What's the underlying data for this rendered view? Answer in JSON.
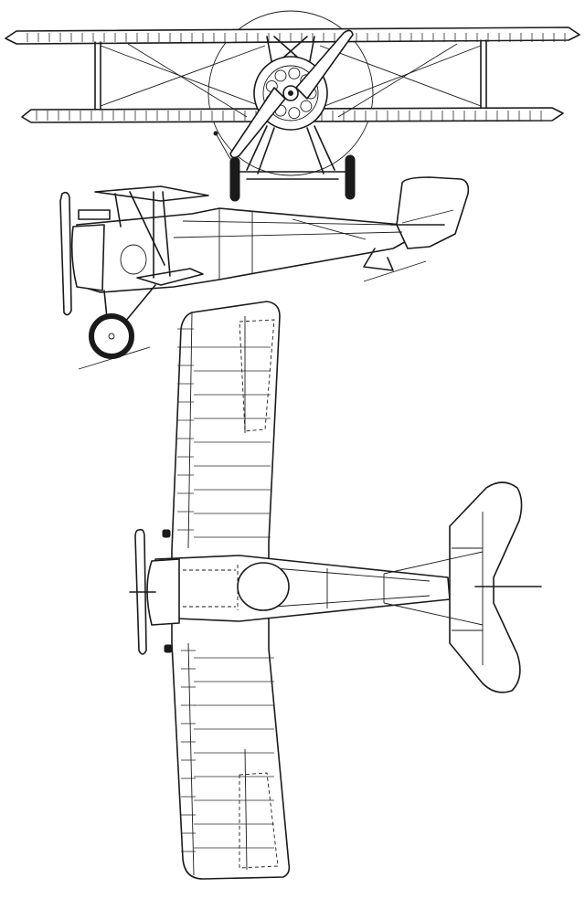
{
  "drawing": {
    "views": [
      "front-view",
      "side-view",
      "top-view"
    ],
    "subject": "biplane-three-view-line-drawing",
    "colors": {
      "ink": "#1a1a1a",
      "paper": "#ffffff"
    }
  }
}
